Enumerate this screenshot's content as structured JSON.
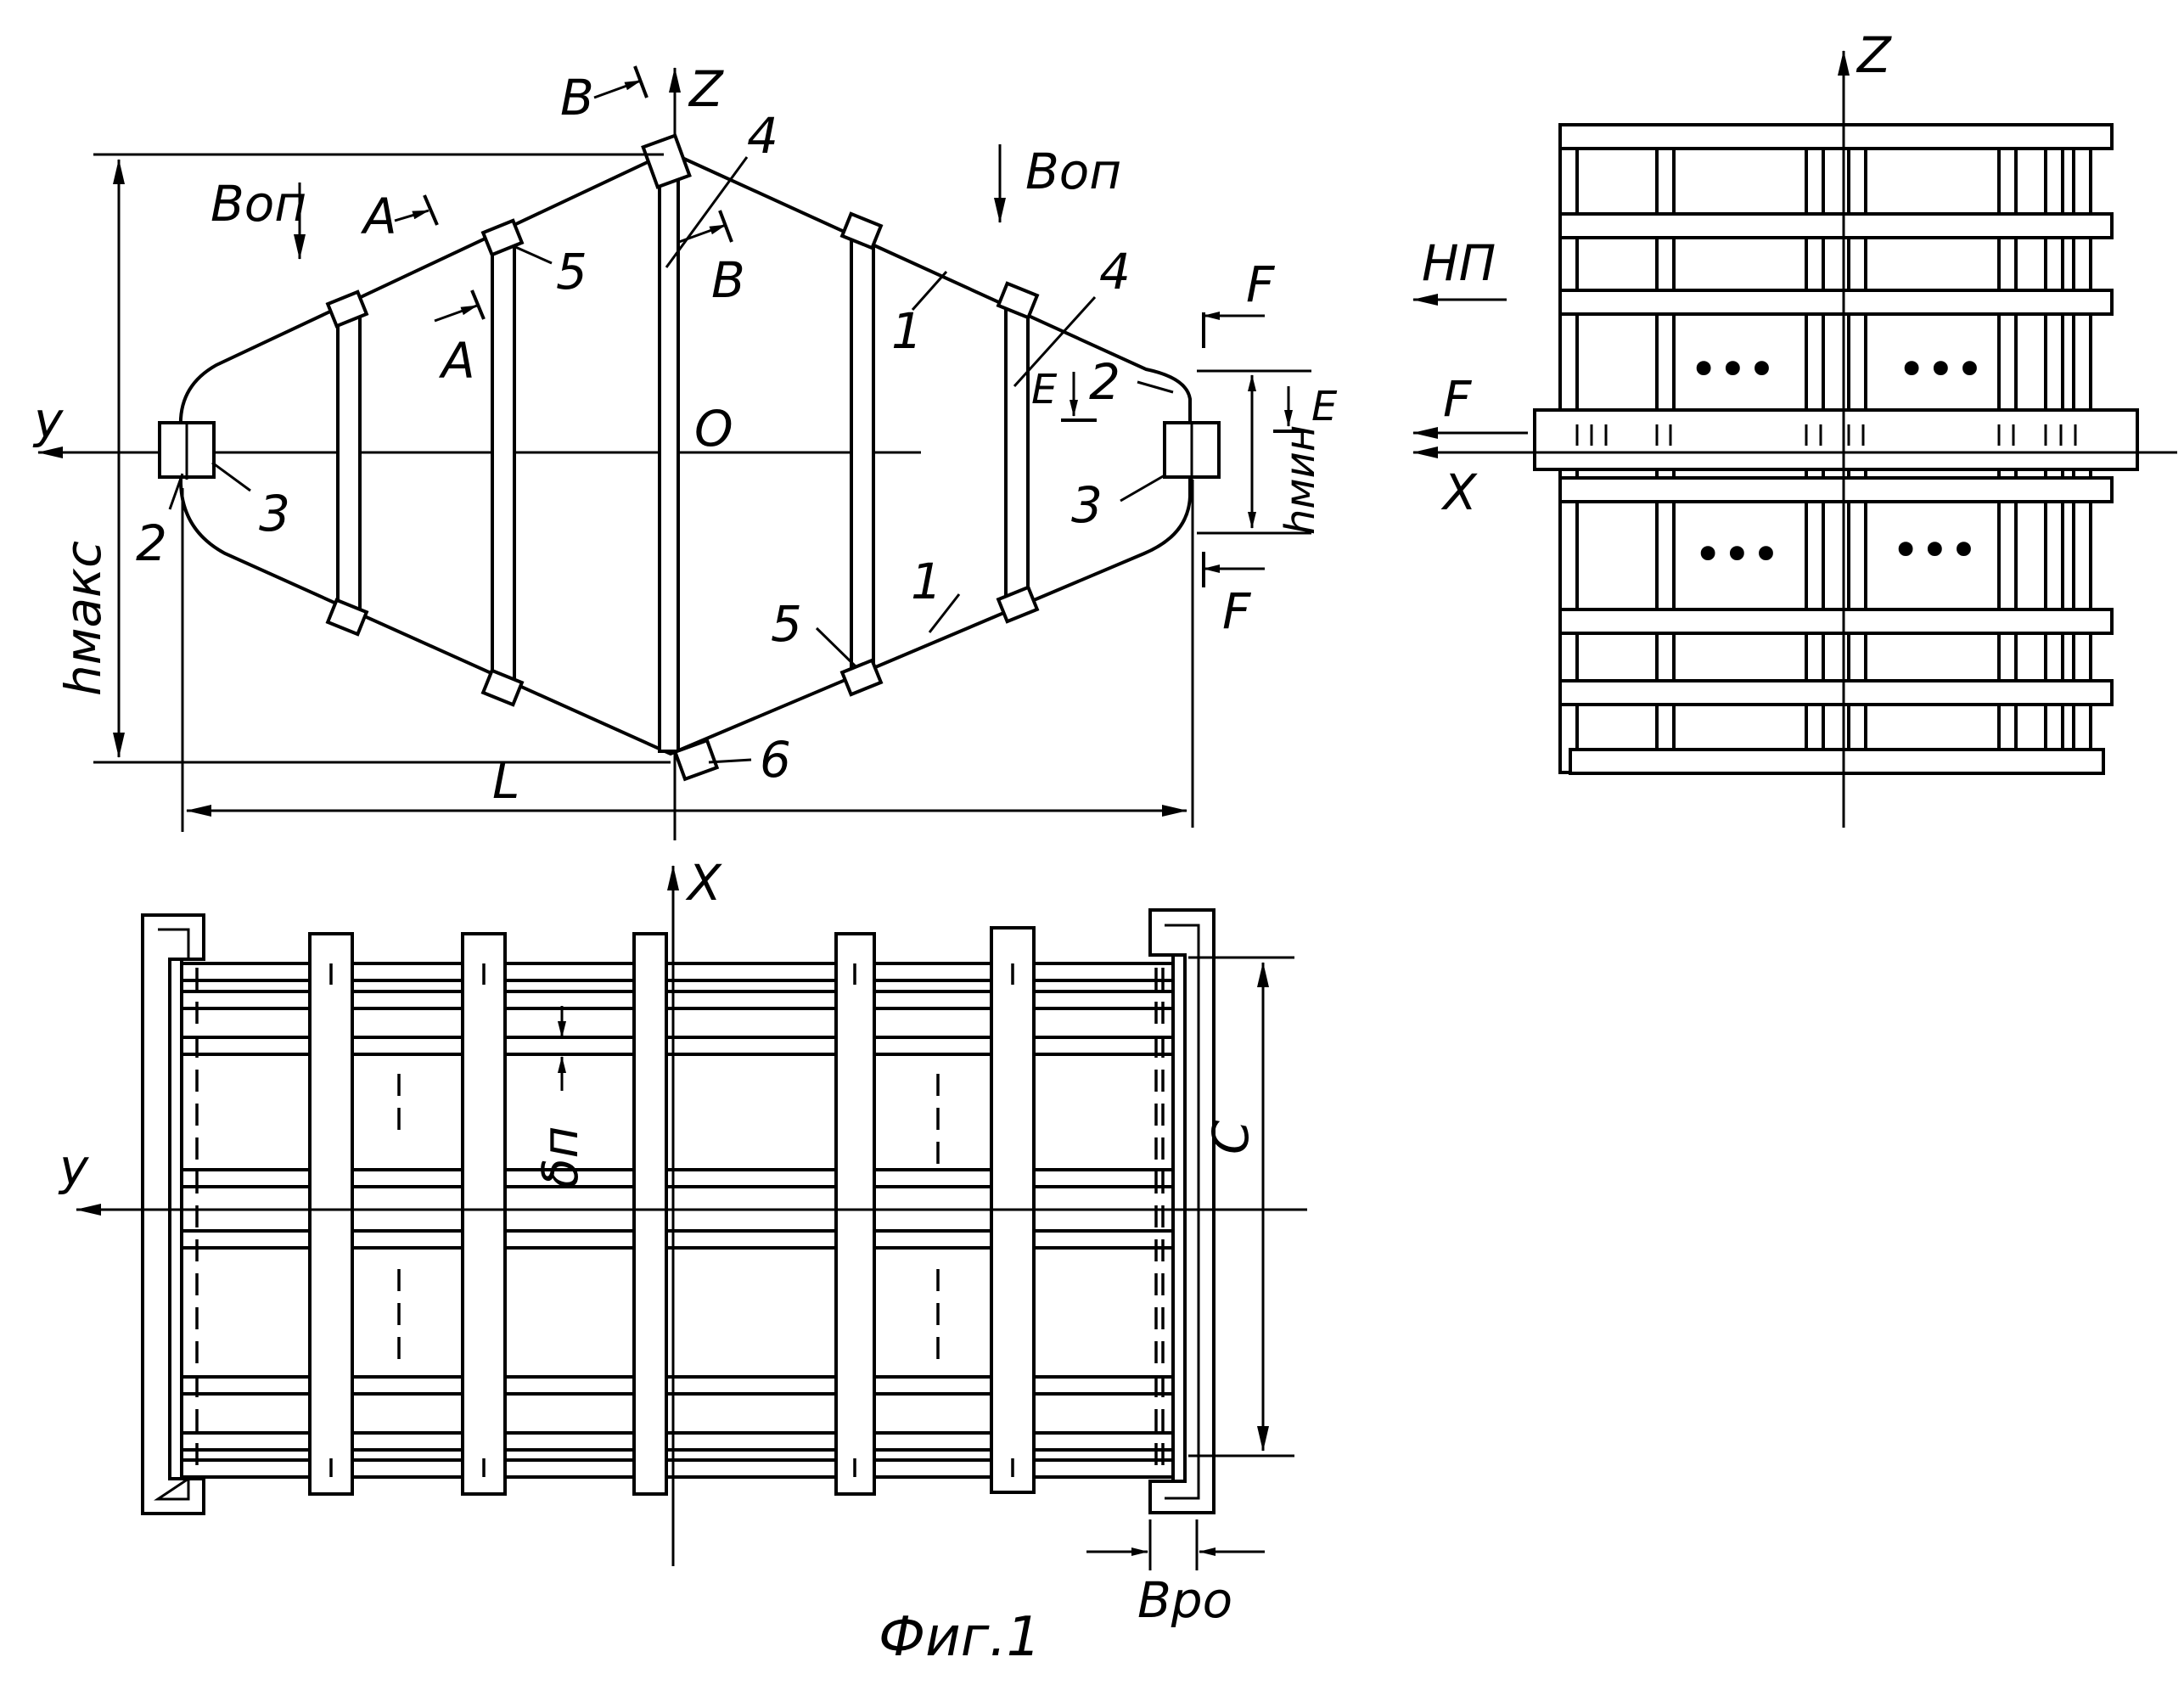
{
  "figure_caption": "Фиг.1",
  "side_view": {
    "axis_y": "y",
    "axis_z": "Z",
    "origin": "O",
    "section_b_top": "B",
    "section_b_bottom": "B",
    "section_a_top": "A",
    "section_a_bottom": "A",
    "load_left": "Bоп",
    "load_right": "Bоп",
    "section_f_top": "F",
    "section_f_bottom": "F",
    "section_e_left": "E",
    "section_e_right": "E",
    "dim_h_max": "hмакс",
    "dim_h_min": "hмин",
    "dim_length": "L",
    "callouts": [
      "1",
      "1",
      "2",
      "2",
      "3",
      "3",
      "4",
      "4",
      "5",
      "5",
      "6"
    ]
  },
  "front_view": {
    "axis_z": "Z",
    "axis_x": "X",
    "force": "F",
    "direction": "НП",
    "ellipsis": [
      "•••",
      "•••",
      "•••",
      "•••"
    ]
  },
  "plan_view": {
    "axis_x": "X",
    "axis_y": "y",
    "dim_c": "C",
    "dim_delta": "δп",
    "dim_b_ro": "Bро"
  }
}
